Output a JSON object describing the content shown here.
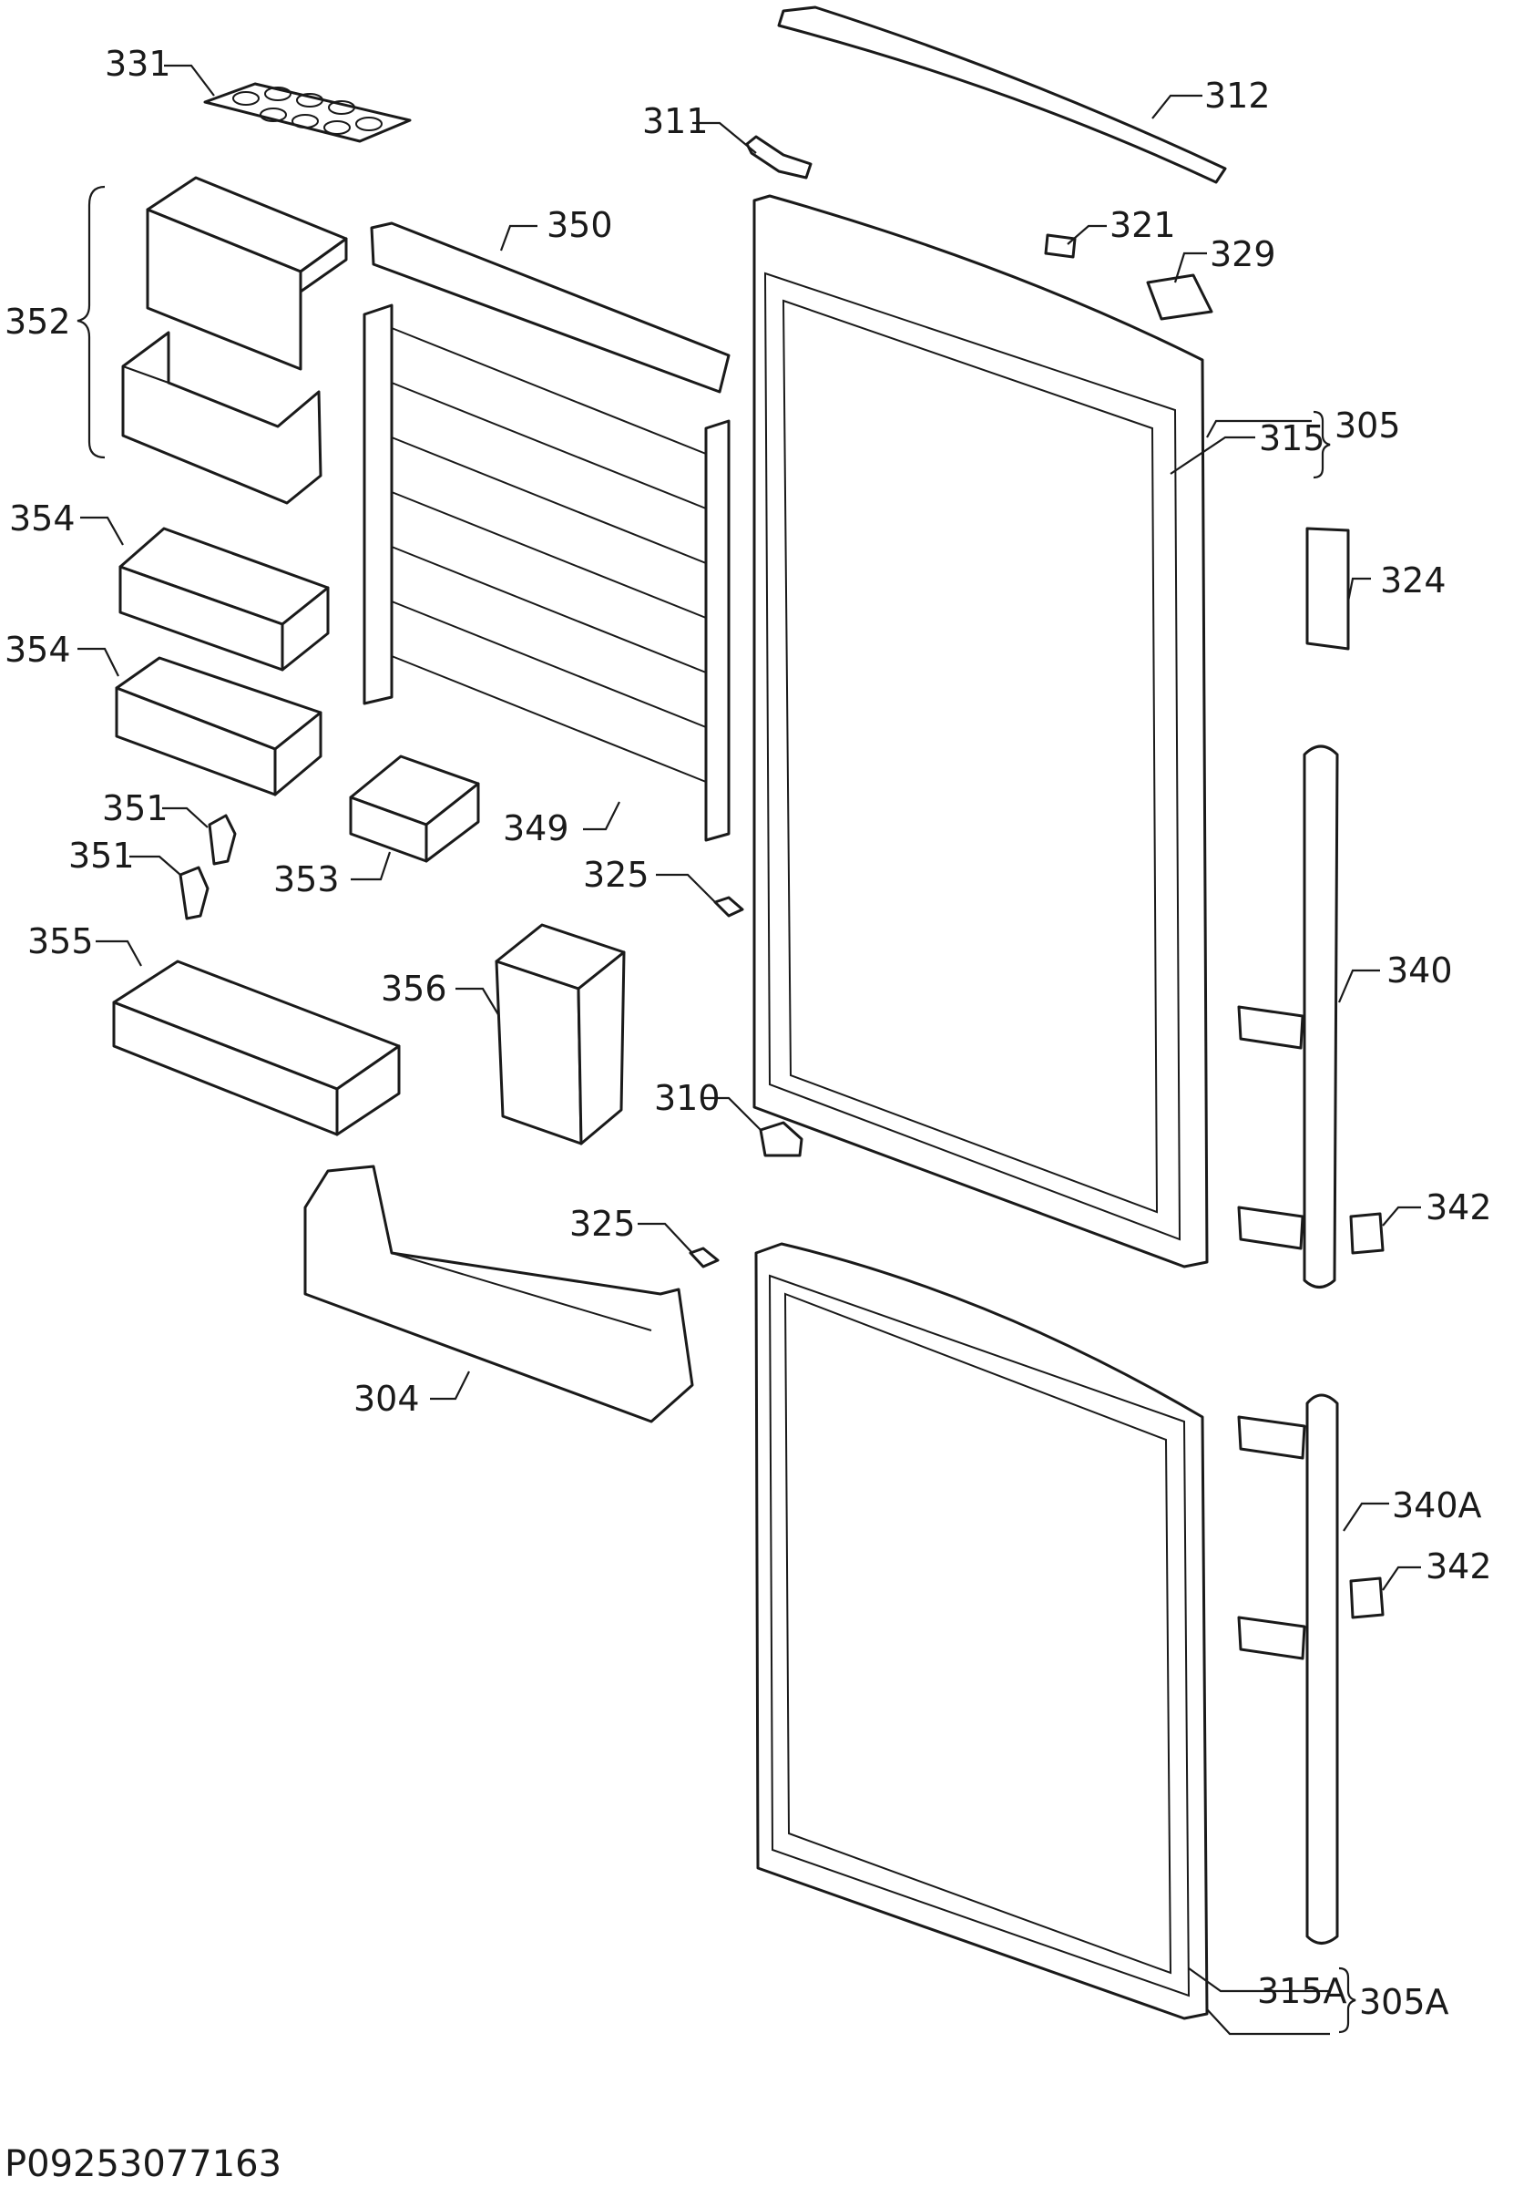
{
  "labels": {
    "l331": "331",
    "l311": "311",
    "l312": "312",
    "l350": "350",
    "l321": "321",
    "l329": "329",
    "l352": "352",
    "l305": "305",
    "l315": "315",
    "l354a": "354",
    "l354b": "354",
    "l324": "324",
    "l351a": "351",
    "l351b": "351",
    "l349": "349",
    "l353": "353",
    "l325a": "325",
    "l355": "355",
    "l356": "356",
    "l340": "340",
    "l310": "310",
    "l342a": "342",
    "l325b": "325",
    "l304": "304",
    "l340a": "340A",
    "l342b": "342",
    "l315a": "315A",
    "l305a": "305A"
  },
  "document_code": "P09253077163",
  "colors": {
    "ink": "#1a1a1a",
    "paper": "#ffffff"
  }
}
